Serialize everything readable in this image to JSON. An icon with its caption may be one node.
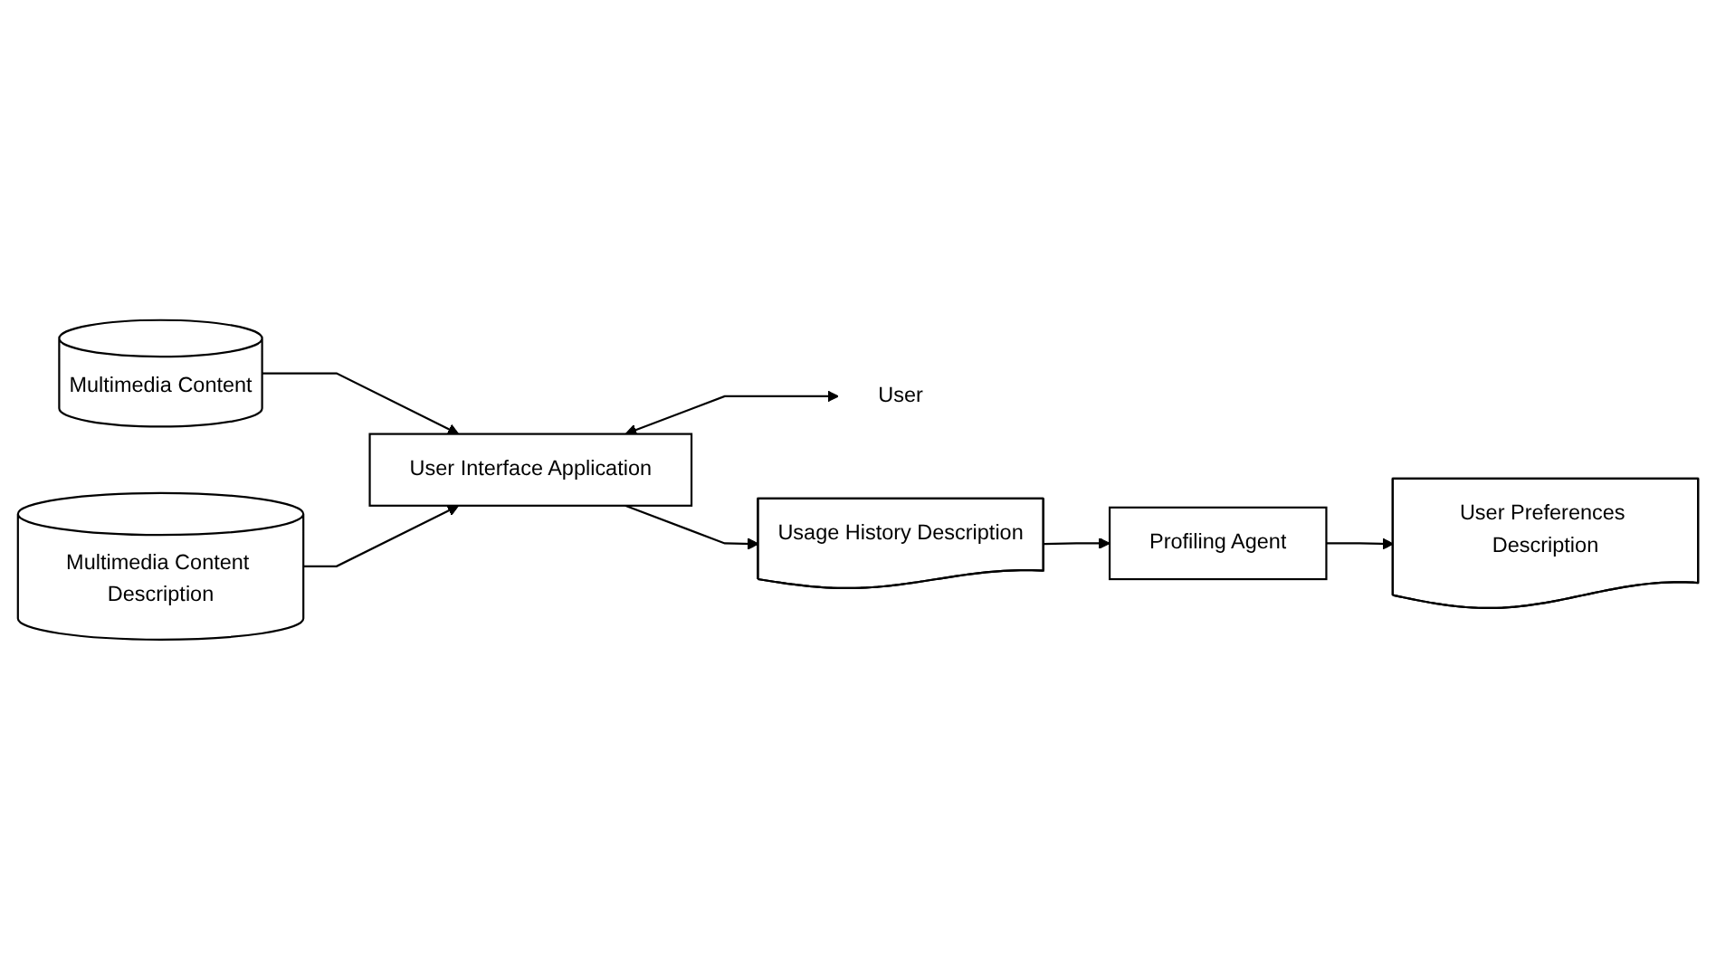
{
  "diagram": {
    "nodes": [
      {
        "text": [
          "Multimedia Content"
        ]
      },
      {
        "text": [
          "Multimedia Content Description"
        ]
      },
      {
        "text": [
          "User Interface Application"
        ]
      },
      {
        "text": [
          "User"
        ]
      },
      {
        "text": [
          "Usage History Description"
        ]
      },
      {
        "text": [
          "Profiling Agent"
        ]
      },
      {
        "text": [
          "User Preferences Description"
        ]
      }
    ],
    "edges": [
      {
        "from": 0,
        "to": 2,
        "arrow": "to"
      },
      {
        "from": 1,
        "to": 2,
        "arrow": "to"
      },
      {
        "from": 2,
        "to": 3,
        "arrow": "both"
      },
      {
        "from": 2,
        "to": 4,
        "arrow": "to"
      },
      {
        "from": 4,
        "to": 5,
        "arrow": "to"
      },
      {
        "from": 5,
        "to": 6,
        "arrow": "to"
      }
    ]
  }
}
